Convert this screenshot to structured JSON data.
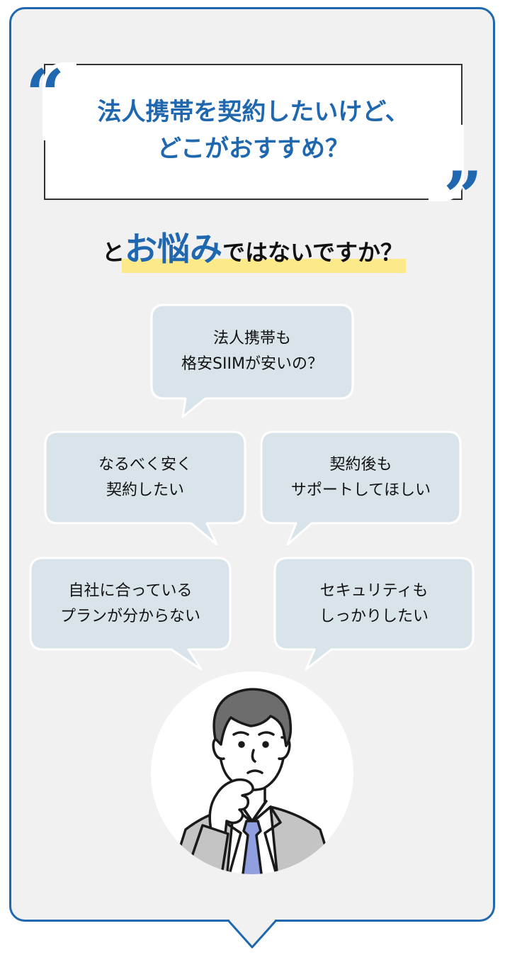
{
  "quote": {
    "line1": "法人携帯を契約したいけど、",
    "line2": "どこがおすすめ？"
  },
  "tagline": {
    "prefix": "と",
    "emphasis": "お悩み",
    "suffix": "ではないですか？"
  },
  "bubbles": [
    {
      "line1": "法人携帯も",
      "line2": "格安SIIMが安いの？"
    },
    {
      "line1": "なるべく安く",
      "line2": "契約したい"
    },
    {
      "line1": "契約後も",
      "line2": "サポートしてほしい"
    },
    {
      "line1": "自社に合っている",
      "line2": "プランが分からない"
    },
    {
      "line1": "セキュリティも",
      "line2": "しっかりしたい"
    }
  ],
  "colors": {
    "accent": "#1f68b0",
    "bubble_fill": "#d9e4ea",
    "highlight": "#fbe98a",
    "card_bg": "#f1f1f1"
  },
  "icons": {
    "open_quote": "open-quote-icon",
    "close_quote": "close-quote-icon",
    "avatar": "worried-businessman-illustration"
  }
}
